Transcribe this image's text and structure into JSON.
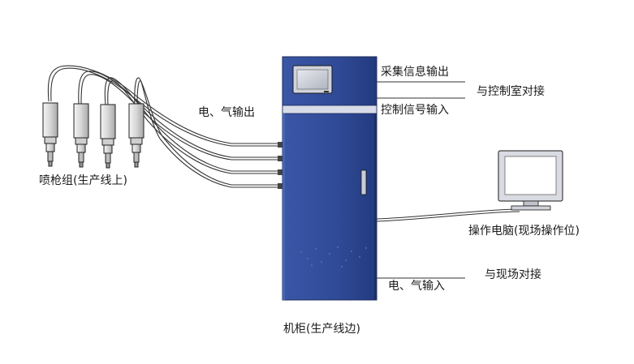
{
  "labels": {
    "spray_guns": "喷枪组(生产线上)",
    "elec_gas_output": "电、气输出",
    "collect_info_output": "采集信息输出",
    "control_signal_input": "控制信号输入",
    "control_room_link": "与控制室对接",
    "operator_pc": "操作电脑(现场操作位)",
    "elec_gas_input": "电、气输入",
    "site_link": "与现场对接",
    "cabinet": "机柜(生产线边)"
  },
  "colors": {
    "cabinet_blue": "#2f4a96",
    "stroke": "#222222",
    "screen_gray": "#b8bcc8"
  },
  "icons": [
    "spray-gun-icon",
    "monitor-icon",
    "cabinet-panel-icon"
  ]
}
